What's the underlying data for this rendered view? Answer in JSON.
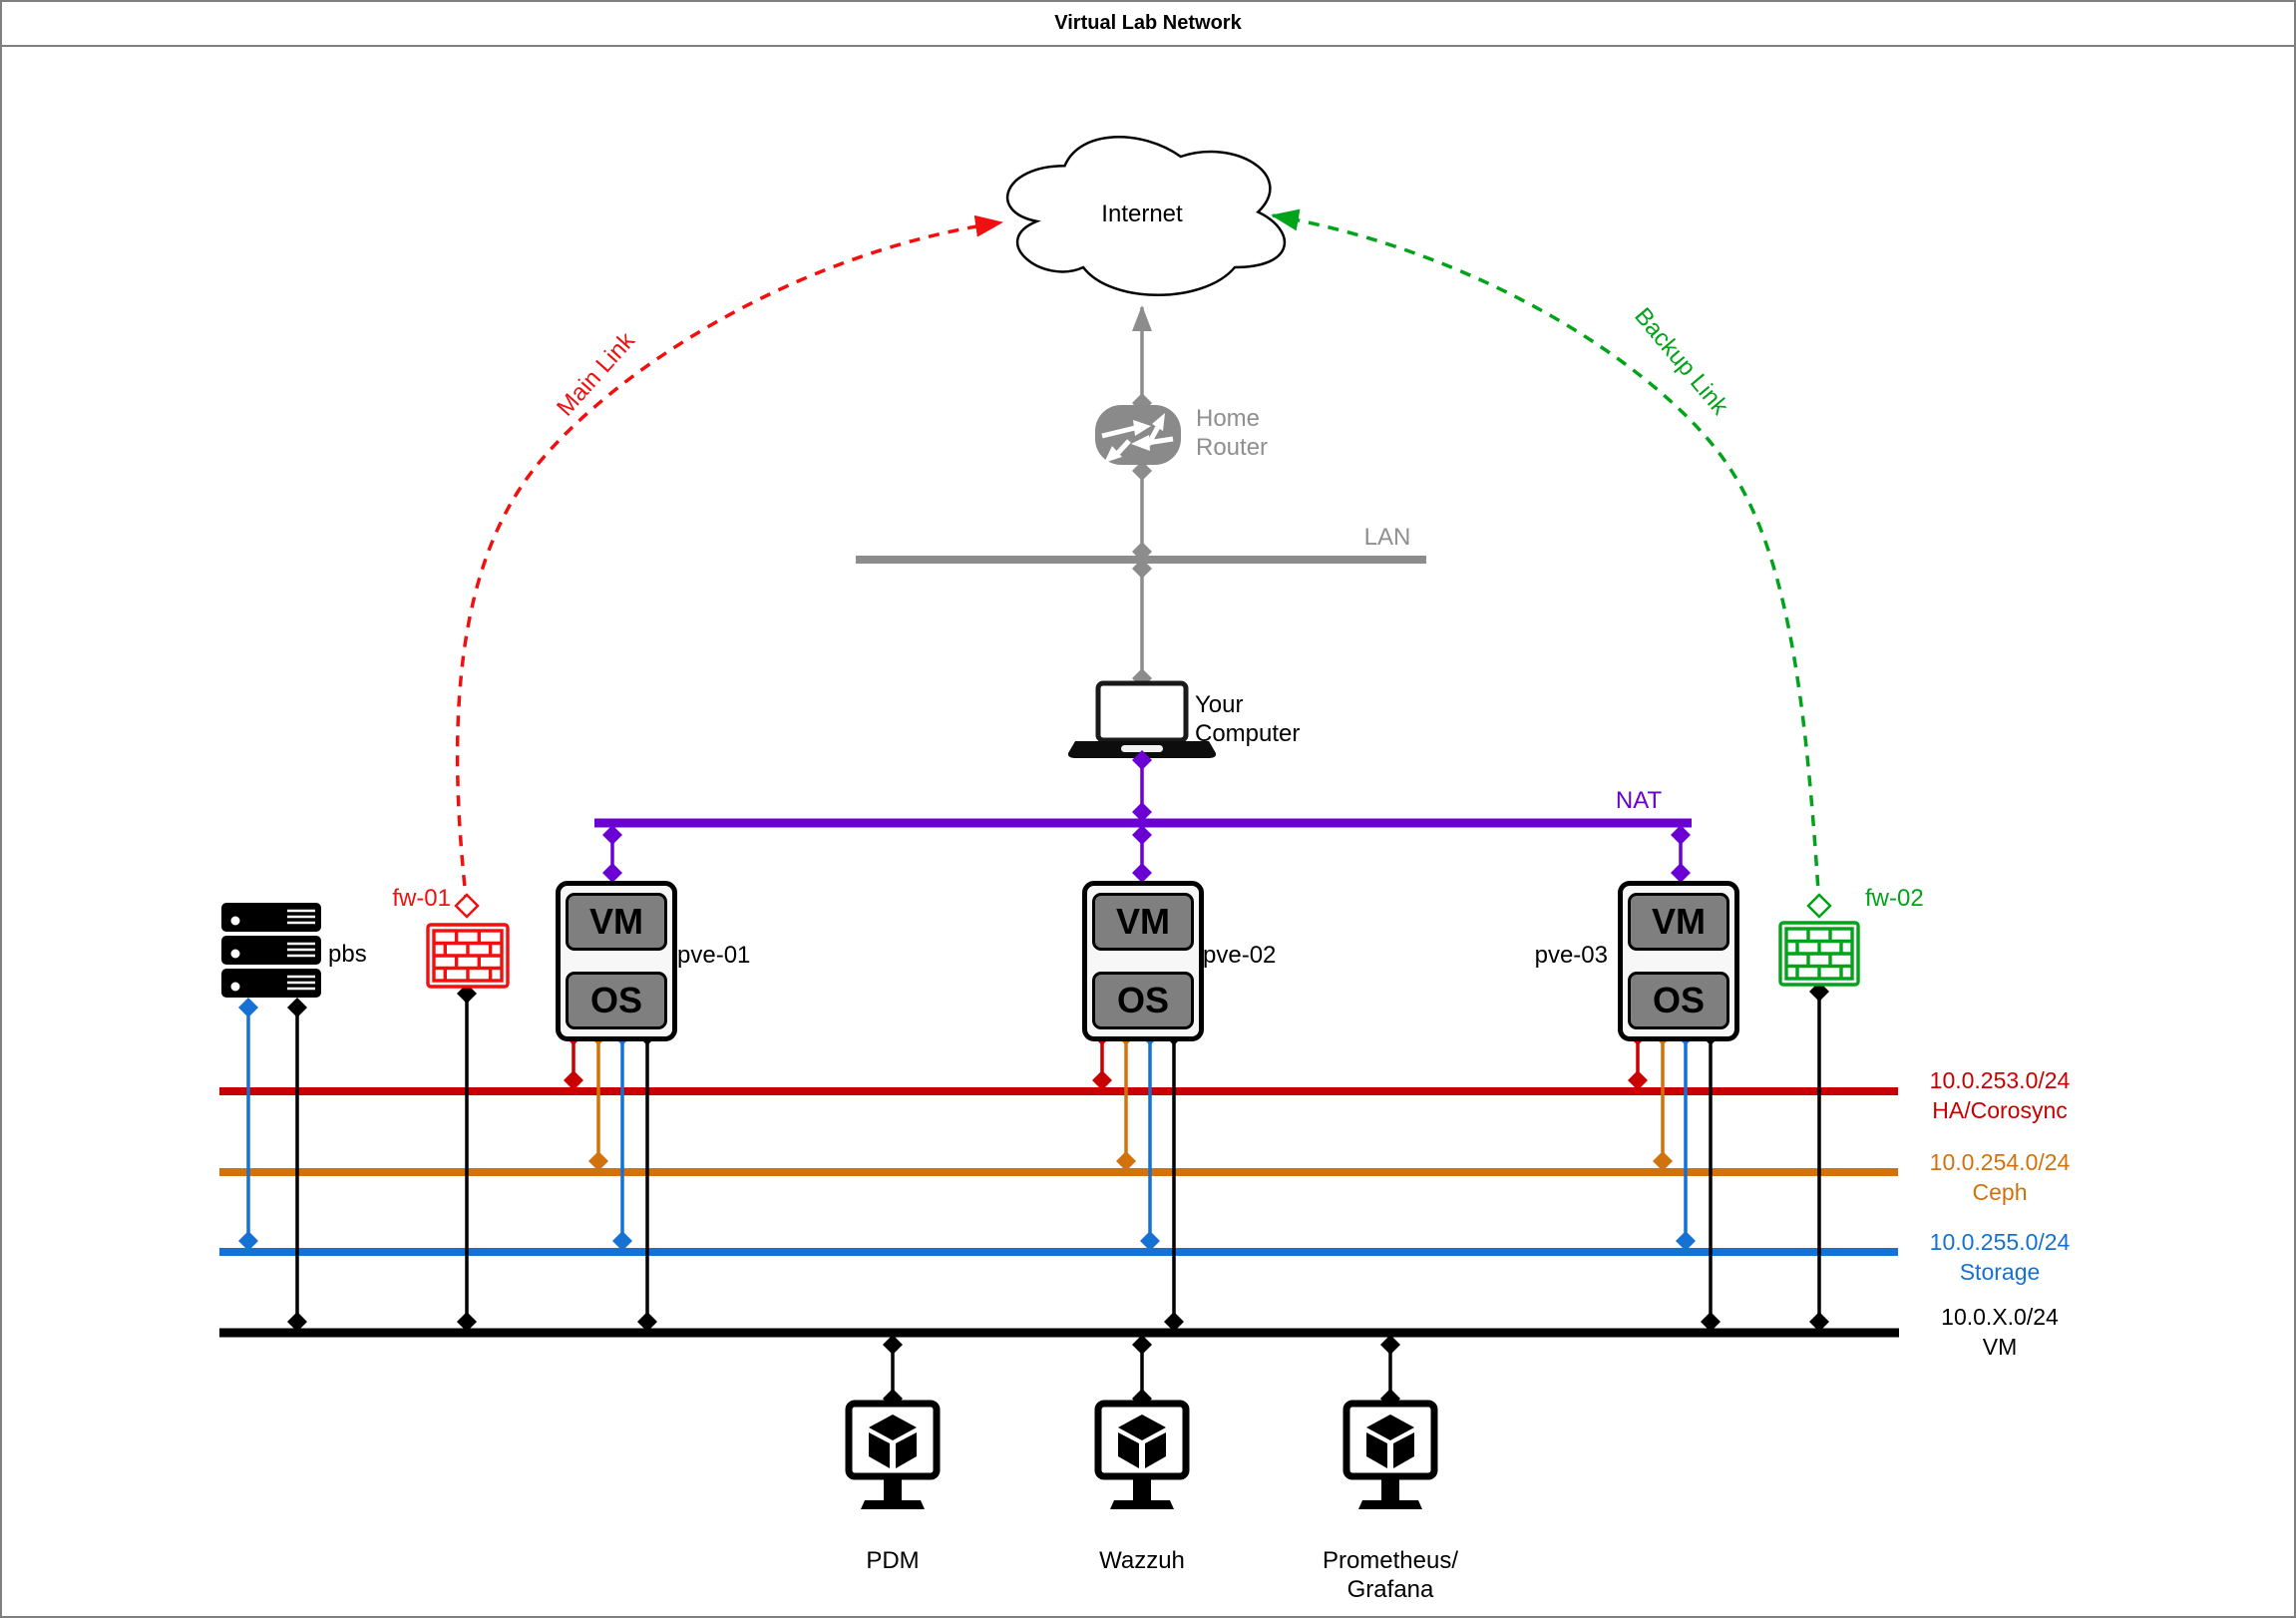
{
  "title": "Virtual Lab Network",
  "internet": {
    "label": "Internet"
  },
  "router": {
    "label": "Home Router"
  },
  "lan": {
    "label": "LAN"
  },
  "computer": {
    "label": "Your Computer"
  },
  "nat": {
    "label": "NAT"
  },
  "links": {
    "main": "Main Link",
    "backup": "Backup Link"
  },
  "firewalls": [
    {
      "id": "fw-01",
      "color": "#f20f0f"
    },
    {
      "id": "fw-02",
      "color": "#00a31a"
    }
  ],
  "pbs": {
    "label": "pbs"
  },
  "nodes": [
    {
      "name": "pve-01",
      "vm_label": "VM",
      "os_label": "OS"
    },
    {
      "name": "pve-02",
      "vm_label": "VM",
      "os_label": "OS"
    },
    {
      "name": "pve-03",
      "vm_label": "VM",
      "os_label": "OS"
    }
  ],
  "networks": [
    {
      "cidr": "10.0.253.0/24",
      "name": "HA/Corosync",
      "color": "#c90000"
    },
    {
      "cidr": "10.0.254.0/24",
      "name": "Ceph",
      "color": "#d2720d"
    },
    {
      "cidr": "10.0.255.0/24",
      "name": "Storage",
      "color": "#1571d3"
    },
    {
      "cidr": "10.0.X.0/24",
      "name": "VM",
      "color": "#000000"
    }
  ],
  "vms": [
    {
      "label": "PDM"
    },
    {
      "label": "Wazzuh"
    },
    {
      "label": "Prometheus/",
      "label2": "Grafana"
    }
  ],
  "colors": {
    "nat_purple": "#6b00d4",
    "lan_gray": "#8c8c8c",
    "main_link_red": "#f20f0f",
    "backup_link_green": "#00a31a"
  }
}
